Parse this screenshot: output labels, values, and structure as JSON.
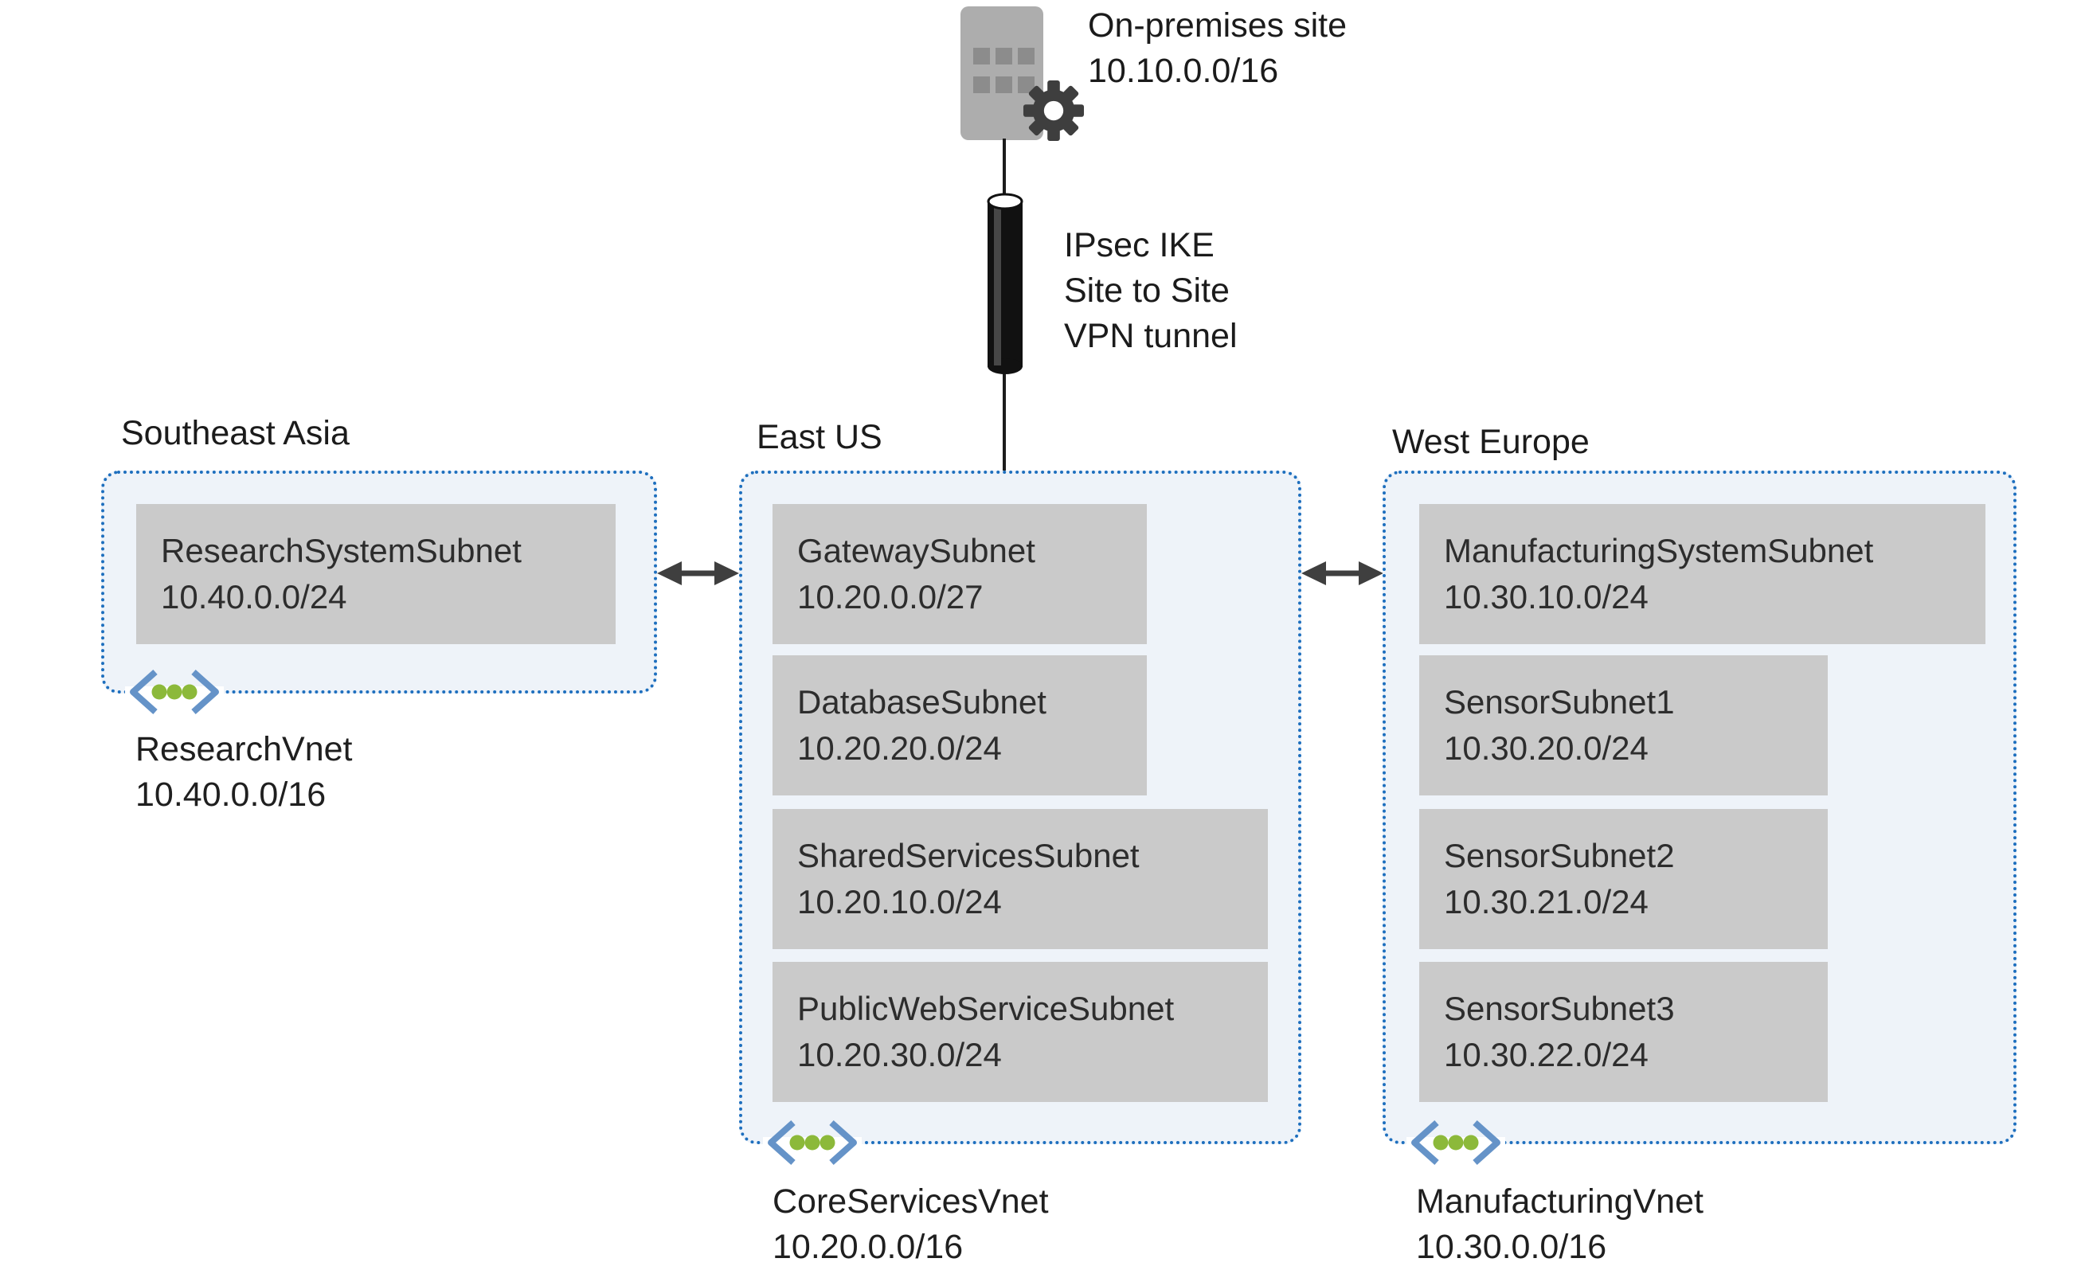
{
  "on_premises": {
    "label": "On-premises site",
    "cidr": "10.10.0.0/16"
  },
  "vpn_tunnel": {
    "lines": [
      "IPsec IKE",
      "Site to Site",
      "VPN tunnel"
    ]
  },
  "regions": [
    {
      "name": "Southeast Asia",
      "vnet": {
        "name": "ResearchVnet",
        "cidr": "10.40.0.0/16"
      },
      "subnets": [
        {
          "name": "ResearchSystemSubnet",
          "cidr": "10.40.0.0/24"
        }
      ]
    },
    {
      "name": "East US",
      "vnet": {
        "name": "CoreServicesVnet",
        "cidr": "10.20.0.0/16"
      },
      "subnets": [
        {
          "name": "GatewaySubnet",
          "cidr": "10.20.0.0/27"
        },
        {
          "name": "DatabaseSubnet",
          "cidr": "10.20.20.0/24"
        },
        {
          "name": "SharedServicesSubnet",
          "cidr": "10.20.10.0/24"
        },
        {
          "name": "PublicWebServiceSubnet",
          "cidr": "10.20.30.0/24"
        }
      ]
    },
    {
      "name": "West Europe",
      "vnet": {
        "name": "ManufacturingVnet",
        "cidr": "10.30.0.0/16"
      },
      "subnets": [
        {
          "name": "ManufacturingSystemSubnet",
          "cidr": "10.30.10.0/24"
        },
        {
          "name": "SensorSubnet1",
          "cidr": "10.30.20.0/24"
        },
        {
          "name": "SensorSubnet2",
          "cidr": "10.30.21.0/24"
        },
        {
          "name": "SensorSubnet3",
          "cidr": "10.30.22.0/24"
        }
      ]
    }
  ],
  "icons": {
    "building": "building-icon",
    "gear": "gear-icon",
    "tunnel_cylinder": "vpn-tunnel-cylinder-icon",
    "vnet": "vnet-chevron-dots-icon",
    "peering": "double-headed-arrow-icon"
  },
  "colors": {
    "region_border": "#1E6FBE",
    "region_fill": "#EEF3F9",
    "subnet_fill": "#CACACA",
    "text": "#262626",
    "arrow": "#3F3F3F",
    "building": "#ADADAD",
    "building_window": "#8C8C8C",
    "gear": "#3E3E3E",
    "tunnel": "#111111",
    "vnet_chevron": "#6593C8",
    "vnet_dot": "#8CB93A"
  }
}
